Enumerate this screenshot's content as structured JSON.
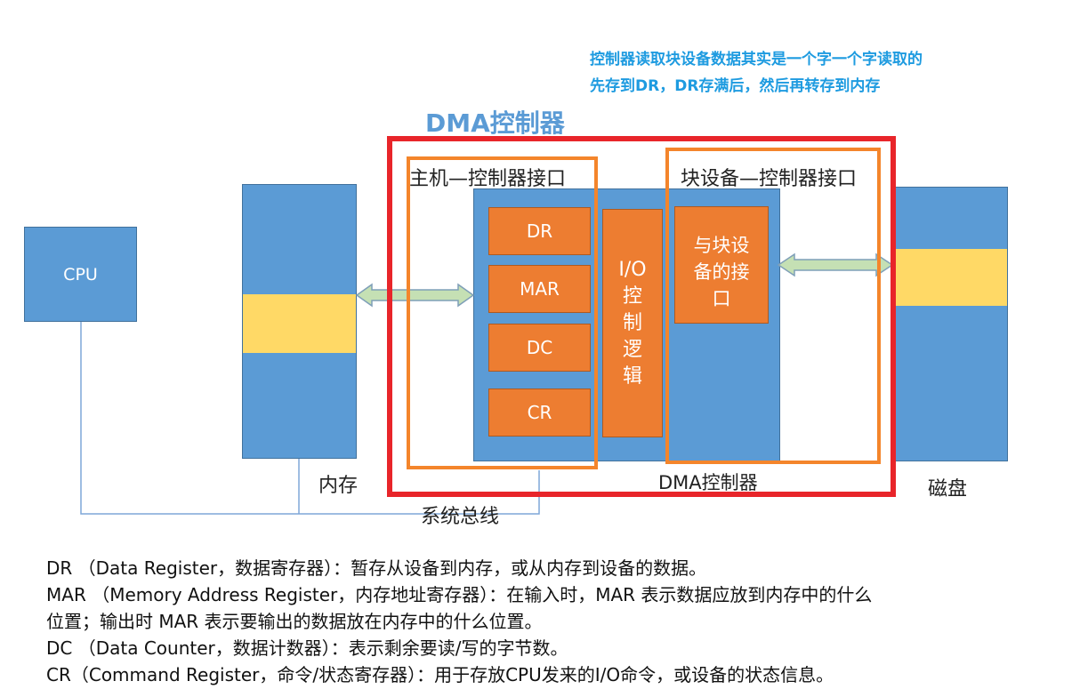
{
  "note": {
    "line1": "控制器读取块设备数据其实是一个字一个字读取的",
    "line2": "先存到DR，DR存满后，然后再转存到内存"
  },
  "dma_title": "DMA控制器",
  "cpu_label": "CPU",
  "host_interface_label": "主机—控制器接口",
  "device_interface_label": "块设备—控制器接口",
  "registers": {
    "dr": "DR",
    "mar": "MAR",
    "dc": "DC",
    "cr": "CR"
  },
  "io_logic_label": "I/O控制逻辑",
  "device_interface_box": "与块设备的接口",
  "memory_label": "内存",
  "disk_label": "磁盘",
  "dma_bottom_label": "DMA控制器",
  "bus_label": "系统总线",
  "legend": {
    "dr": "DR （Data Register，数据寄存器）：暂存从设备到内存，或从内存到设备的数据。",
    "mar1": "MAR （Memory Address Register，内存地址寄存器）：在输入时，MAR 表示数据应放到内存中的什么",
    "mar2": "位置；输出时 MAR 表示要输出的数据放在内存中的什么位置。",
    "dc": "DC （Data Counter，数据计数器）：表示剩余要读/写的字节数。",
    "cr": "CR（Command Register，命令/状态寄存器）：用于存放CPU发来的I/O命令，或设备的状态信息。"
  },
  "colors": {
    "note": "#1E9BE0",
    "title": "#5B9BD5",
    "blue_fill": "#5B9BD5",
    "orange_fill": "#ED7D31",
    "yellow_band": "#FFD966",
    "red_frame": "#E8252A",
    "orange_frame": "#F4852B",
    "arrow_fill": "#C5E0B4"
  }
}
